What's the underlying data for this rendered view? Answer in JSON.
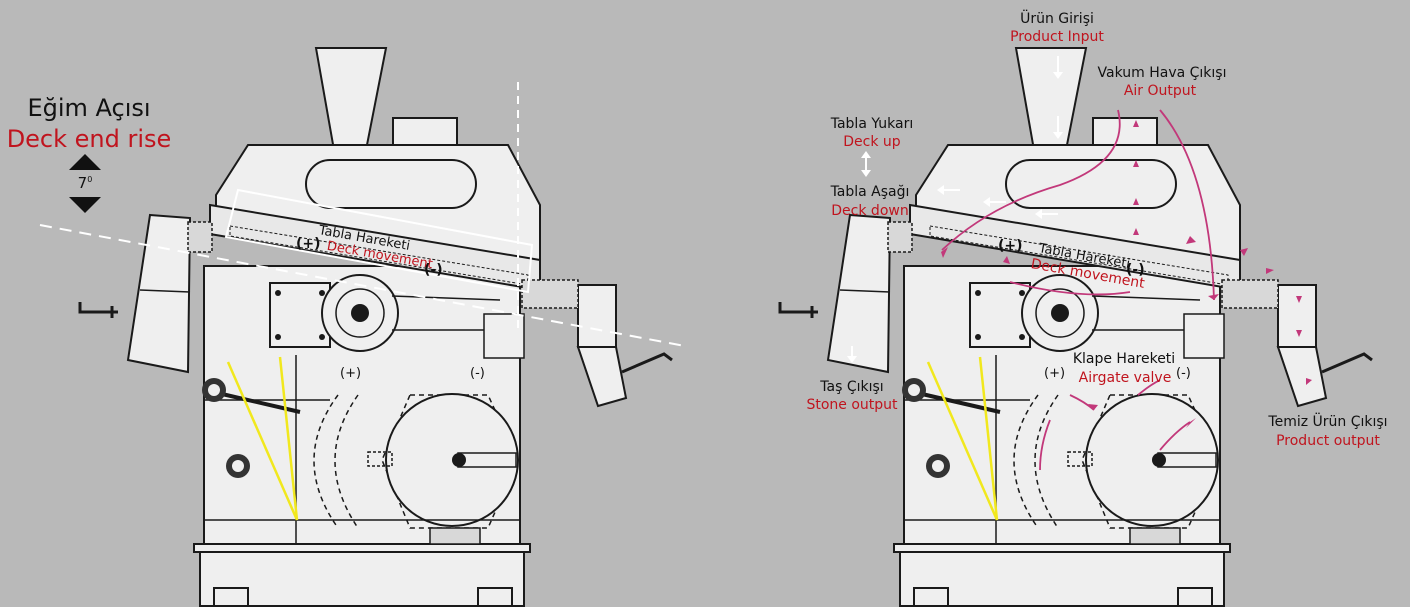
{
  "left": {
    "angle_tr": "Eğim Açısı",
    "angle_en": "Deck end rise",
    "angle_value": "7",
    "angle_unit": "0",
    "deck_tr": "Tabla Hareketi",
    "deck_en": "Deck movement",
    "plus": "(+)",
    "minus": "(-)",
    "airgate_plus": "(+)",
    "airgate_minus": "(-)"
  },
  "right": {
    "product_input_tr": "Ürün Girişi",
    "product_input_en": "Product Input",
    "air_output_tr": "Vakum Hava Çıkışı",
    "air_output_en": "Air Output",
    "deck_up_tr": "Tabla Yukarı",
    "deck_up_en": "Deck up",
    "deck_down_tr": "Tabla Aşağı",
    "deck_down_en": "Deck down",
    "deck_tr": "Tabla Hareketi",
    "deck_en": "Deck movement",
    "plus": "(+)",
    "minus": "(-)",
    "airgate_tr": "Klape Hareketi",
    "airgate_en": "Airgate valve",
    "airgate_plus": "(+)",
    "airgate_minus": "(-)",
    "stone_tr": "Taş Çıkışı",
    "stone_en": "Stone output",
    "clean_tr": "Temiz Ürün Çıkışı",
    "clean_en": "Product output"
  },
  "colors": {
    "background": "#b9b9b9",
    "machine_fill": "#efefef",
    "line": "#1a1a1a",
    "red_text": "#c0141e",
    "air_arrow": "#c2387a",
    "guide_yellow": "#f1e81e"
  }
}
